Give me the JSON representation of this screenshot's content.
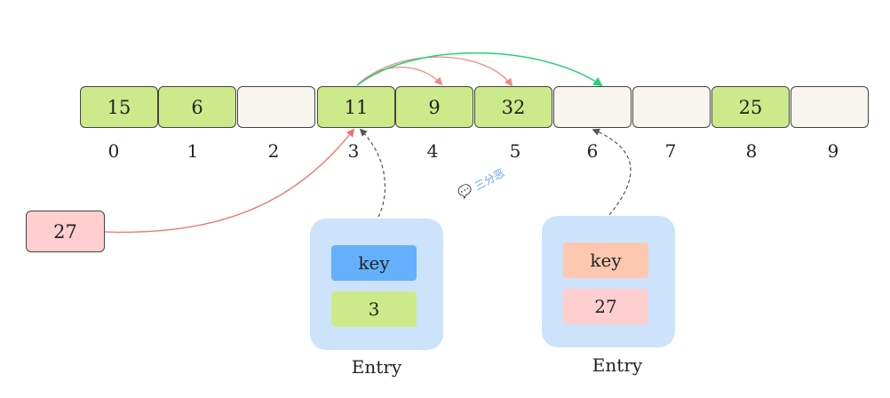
{
  "array": {
    "cells": [
      "15",
      "6",
      "",
      "11",
      "9",
      "32",
      "",
      "",
      "25",
      ""
    ],
    "indices": [
      "0",
      "1",
      "2",
      "3",
      "4",
      "5",
      "6",
      "7",
      "8",
      "9"
    ]
  },
  "new_key": "27",
  "entries": [
    {
      "key_label": "key",
      "value": "3",
      "caption": "Entry",
      "key_color": "#64b0fc",
      "value_color": "#cdea8a"
    },
    {
      "key_label": "key",
      "value": "27",
      "caption": "Entry",
      "key_color": "#fec8b0",
      "value_color": "#ffcfcf"
    }
  ],
  "colors": {
    "filled": "#cdea8a",
    "empty": "#f7f5ee",
    "probe_arrow": "#f08a80",
    "final_arrow": "#22d37a",
    "insert_arrow": "#f07070",
    "entry_arrow": "#555555"
  },
  "watermark": "三分恶"
}
